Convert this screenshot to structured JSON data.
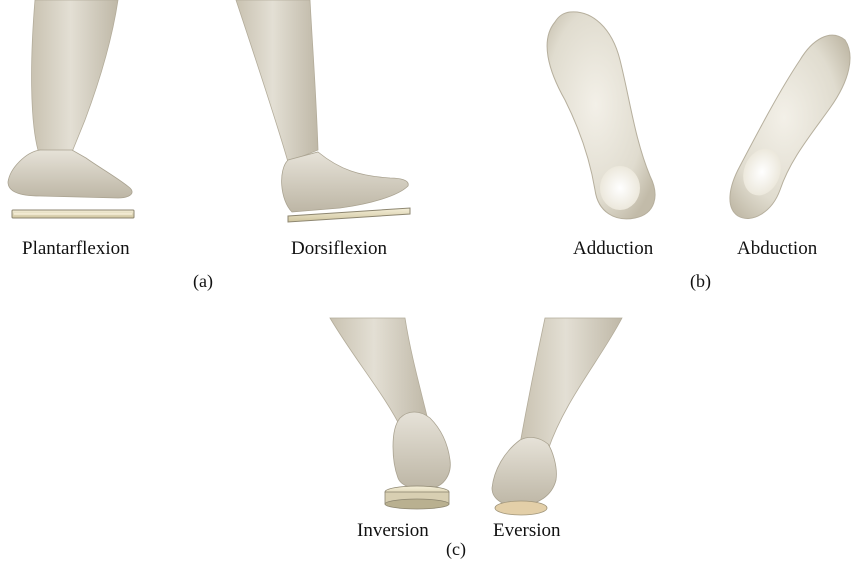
{
  "panels": {
    "a": {
      "caption": "(a)",
      "labels": {
        "left": "Plantarflexion",
        "right": "Dorsiflexion"
      }
    },
    "b": {
      "caption": "(b)",
      "labels": {
        "left": "Adduction",
        "right": "Abduction"
      }
    },
    "c": {
      "caption": "(c)",
      "labels": {
        "left": "Inversion",
        "right": "Eversion"
      }
    }
  },
  "colors": {
    "skin": "#ddd8cb",
    "skin_shadow": "#bdb6a5",
    "skin_highlight": "#efece4",
    "plate": "#e9dfbf",
    "plate_edge": "#8d8670",
    "text": "#111111"
  }
}
